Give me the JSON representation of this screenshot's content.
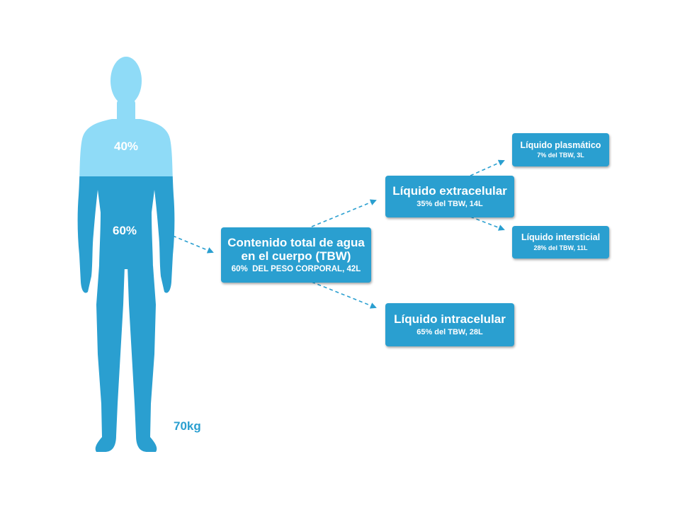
{
  "colors": {
    "water_dark": "#2a9fd0",
    "water_light": "#8fdbf7",
    "box_fill": "#2a9fd0",
    "text_on_box": "#ffffff"
  },
  "body_figure": {
    "upper_percent": "40%",
    "lower_percent": "60%",
    "weight": "70kg"
  },
  "boxes": {
    "total_water": {
      "title_line1": "Contenido total de agua",
      "title_line2": "en el cuerpo (TBW)",
      "subtitle": "60%  DEL PESO CORPORAL, 42L"
    },
    "extracellular": {
      "title": "Líquido extracelular",
      "subtitle": "35% del TBW, 14L"
    },
    "intracellular": {
      "title": "Líquido intracelular",
      "subtitle": "65% del TBW, 28L"
    },
    "plasma": {
      "title": "Líquido plasmático",
      "subtitle": "7% del TBW, 3L"
    },
    "interstitial": {
      "title": "Líquido intersticial",
      "subtitle": "28% del TBW, 11L"
    }
  }
}
